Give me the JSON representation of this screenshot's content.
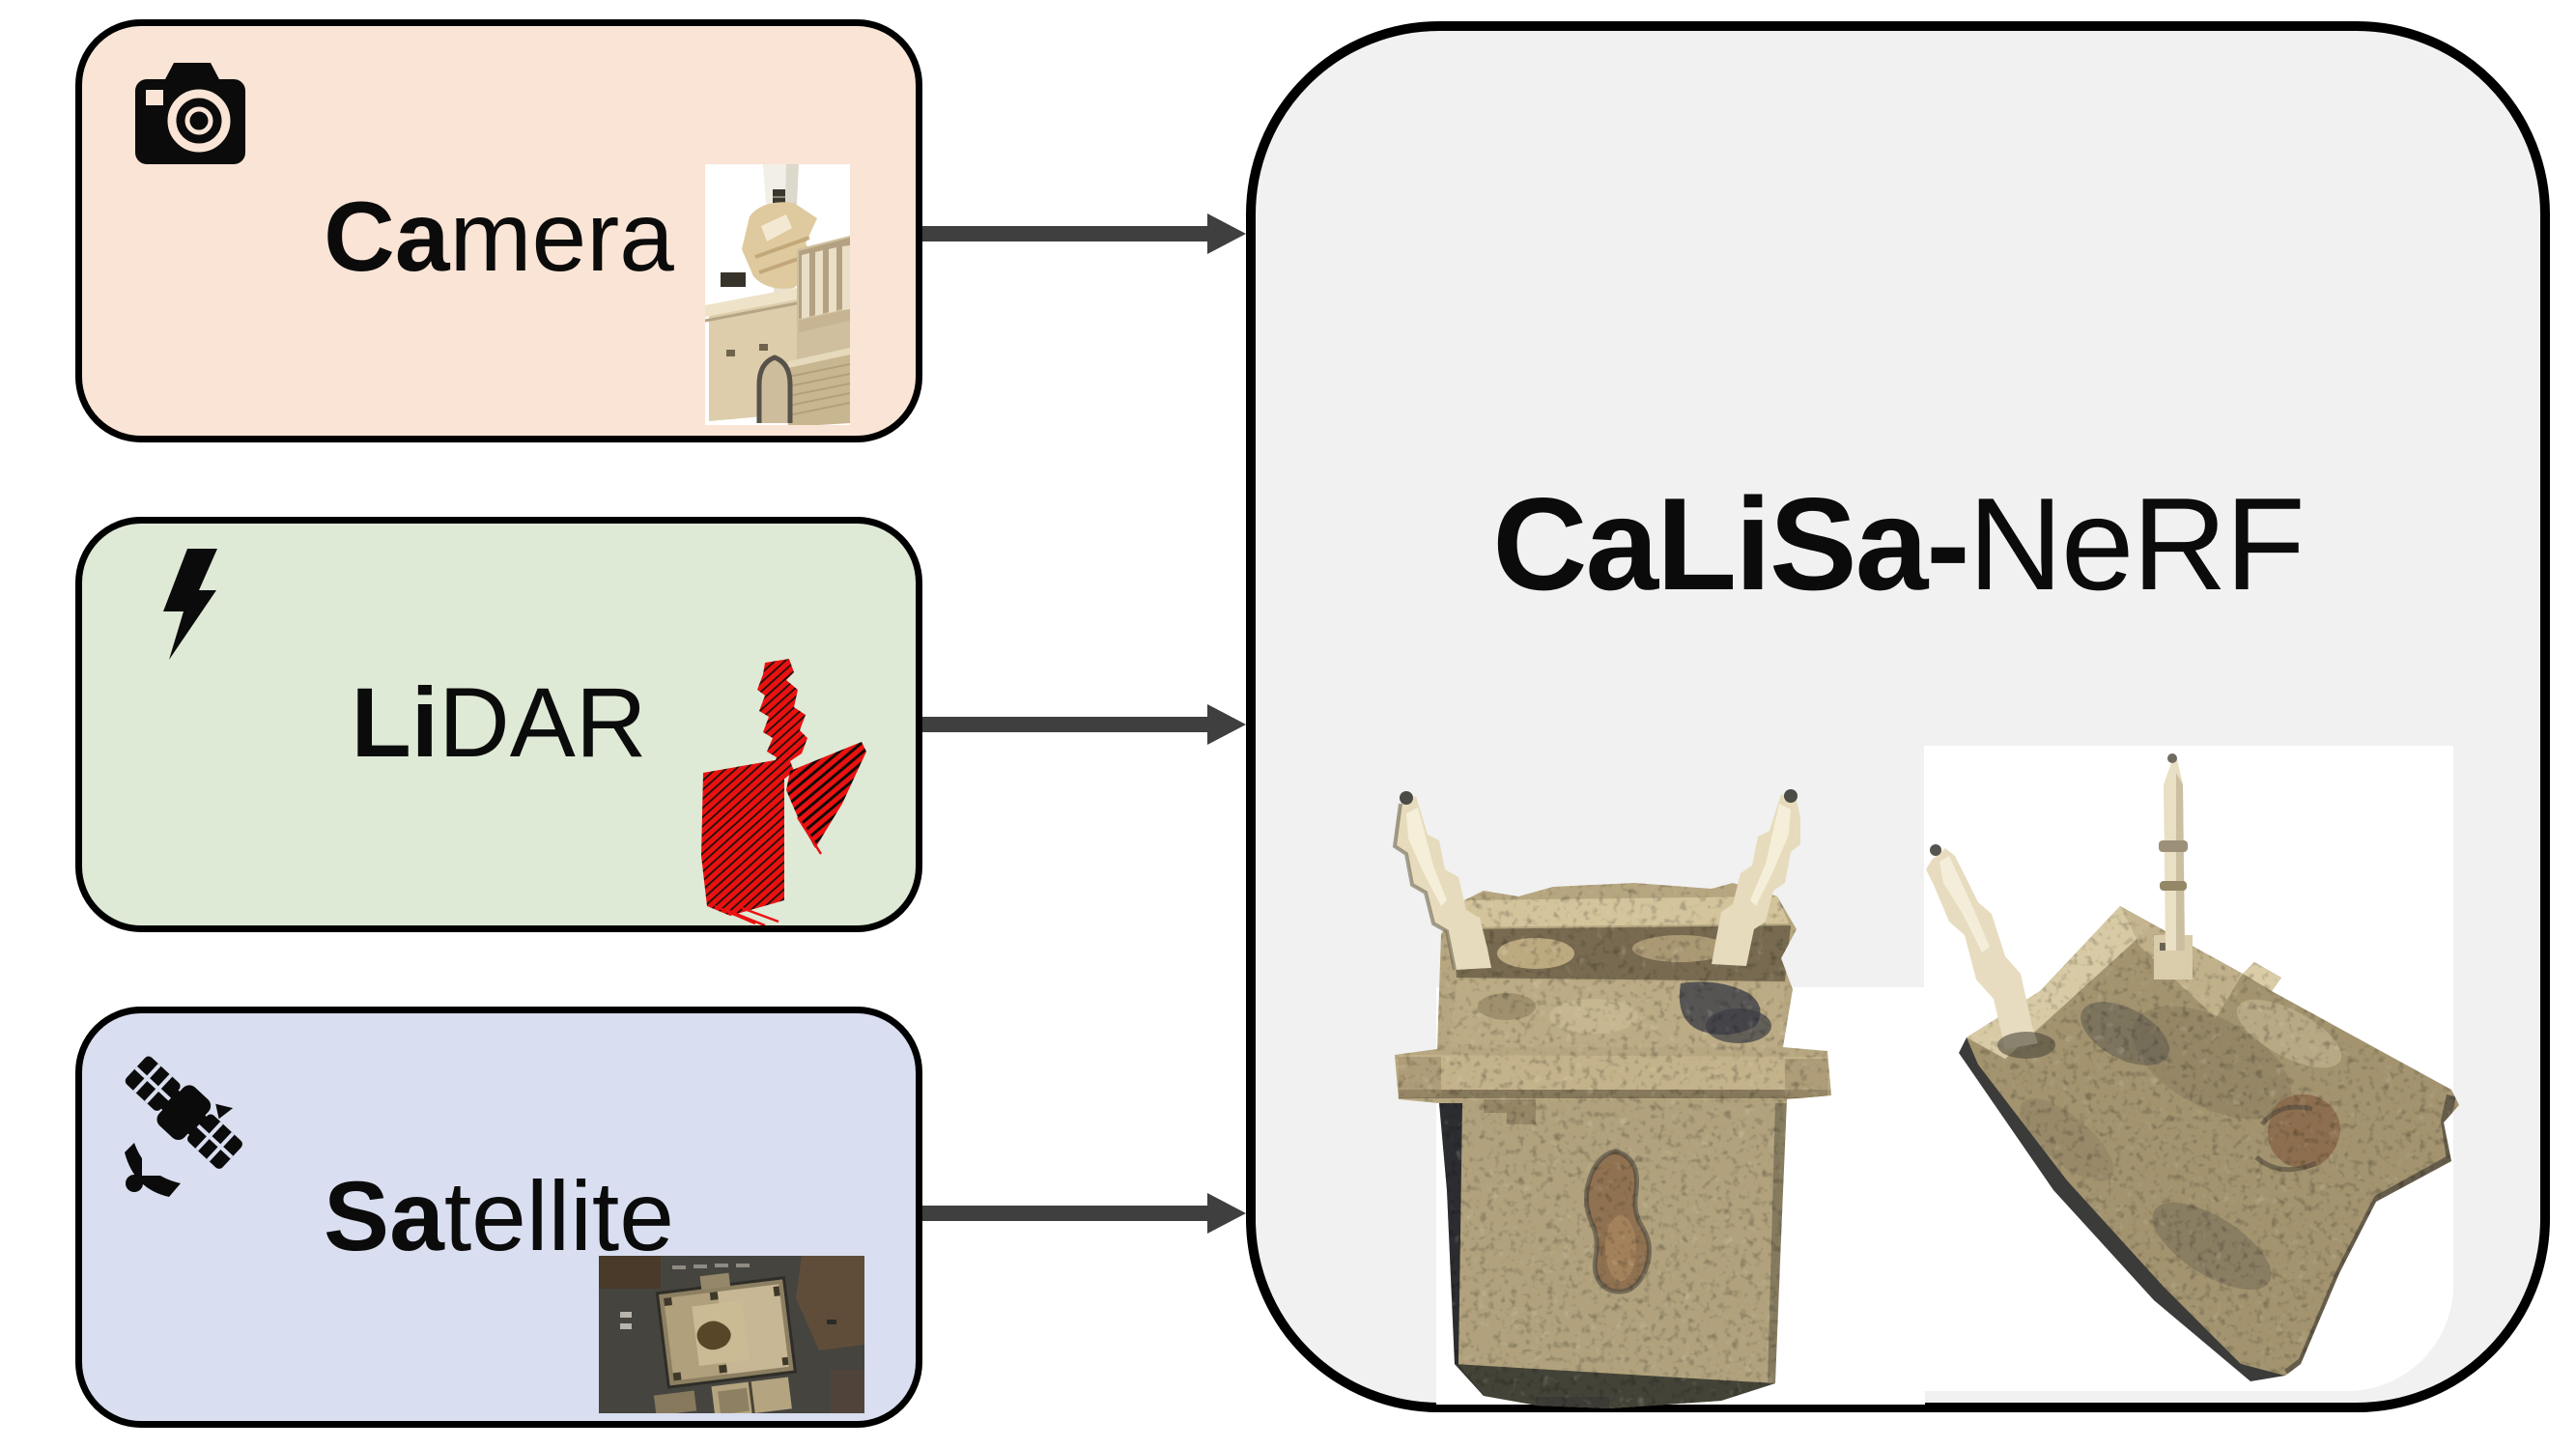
{
  "figure": {
    "inputs": [
      {
        "id": "camera",
        "label_bold": "Ca",
        "label_rest": "mera",
        "icon": "camera-icon",
        "thumbnail": "mosque-facade-photo",
        "bg_color": "#FAE4D5"
      },
      {
        "id": "lidar",
        "label_bold": "Li",
        "label_rest": "DAR",
        "icon": "lightning-bolt-icon",
        "thumbnail": "lidar-point-cloud-red",
        "bg_color": "#DEEAD6"
      },
      {
        "id": "satellite",
        "label_bold": "Sa",
        "label_rest": "tellite",
        "icon": "satellite-icon",
        "thumbnail": "satellite-aerial-photo",
        "bg_color": "#D9DEF0"
      }
    ],
    "output": {
      "title_bold": "CaLiSa-",
      "title_regular": "NeRF",
      "bg_color": "#F0F1F0",
      "renders": [
        "mosque-reconstruction-top-view",
        "mosque-reconstruction-oblique-view"
      ]
    },
    "arrow_color": "#3F3F3F",
    "border_color": "#000000",
    "lidar_red": "#EA1111"
  }
}
